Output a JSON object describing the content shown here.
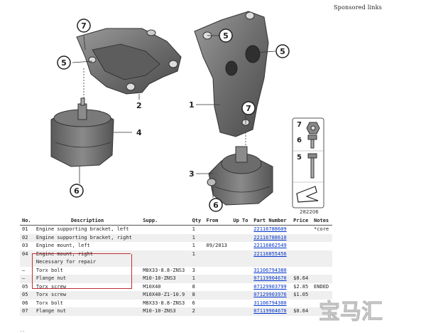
{
  "header": {
    "sponsored": "Sponsored links"
  },
  "diagram": {
    "callouts": [
      "7",
      "5",
      "2",
      "4",
      "6",
      "1",
      "5",
      "5",
      "7",
      "3",
      "6"
    ],
    "legend": {
      "items": [
        "7",
        "6",
        "5"
      ],
      "ref": "282206"
    }
  },
  "table": {
    "headers": [
      "No.",
      "Description",
      "Supp.",
      "Qty",
      "From",
      "Up To",
      "Part Number",
      "Price",
      "Notes"
    ],
    "rows": [
      [
        "01",
        "Engine supporting bracket, left",
        "",
        "1",
        "",
        "",
        "22116788609",
        "",
        "*core"
      ],
      [
        "02",
        "Engine supporting bracket, right",
        "",
        "1",
        "",
        "",
        "22116788610",
        "",
        ""
      ],
      [
        "03",
        "Engine mount, left",
        "",
        "1",
        "09/2013",
        "",
        "22116862549",
        "",
        ""
      ],
      [
        "04",
        "Engine mount, right",
        "",
        "1",
        "",
        "",
        "22116855456",
        "",
        ""
      ],
      [
        "",
        "Necessary for repair",
        "",
        "",
        "",
        "",
        "",
        "",
        ""
      ],
      [
        "—",
        "Torx bolt",
        "M8X33-8.8-ZNS3",
        "3",
        "",
        "",
        "31106794380",
        "",
        ""
      ],
      [
        "—",
        "Flange nut",
        "M10-10-ZNS3",
        "1",
        "",
        "",
        "07119904670",
        "$0.64",
        ""
      ],
      [
        "05",
        "Torx screw",
        "M10X40",
        "8",
        "",
        "",
        "07129903799",
        "$2.85",
        "ENDED"
      ],
      [
        "05",
        "Torx screw",
        "M10X40-Z1-10.9",
        "8",
        "",
        "",
        "07129903976",
        "$1.05",
        ""
      ],
      [
        "06",
        "Torx bolt",
        "M8X33-8.8-ZNS3",
        "6",
        "",
        "",
        "31106794380",
        "",
        ""
      ],
      [
        "07",
        "Flange nut",
        "M10-10-ZNS3",
        "2",
        "",
        "",
        "07119904670",
        "$0.64",
        ""
      ]
    ]
  },
  "watermark": {
    "text": "宝马汇"
  },
  "footer": {
    "marker": ".."
  }
}
